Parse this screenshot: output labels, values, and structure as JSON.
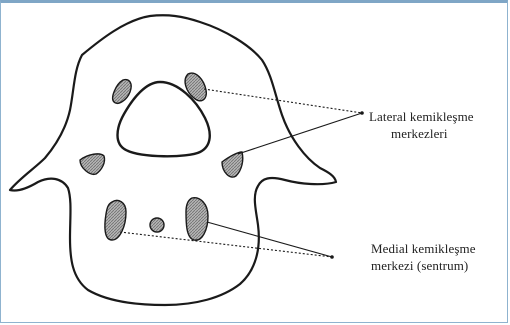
{
  "labels": {
    "lateral_line1": "Lateral kemikleşme",
    "lateral_line2": "merkezleri",
    "medial_line1": "Medial kemikleşme",
    "medial_line2": "merkezi (sentrum)"
  },
  "colors": {
    "outline": "#1a1a1a",
    "ossification_fill": "#9a9a9a",
    "frame": "#8fb3cf"
  }
}
